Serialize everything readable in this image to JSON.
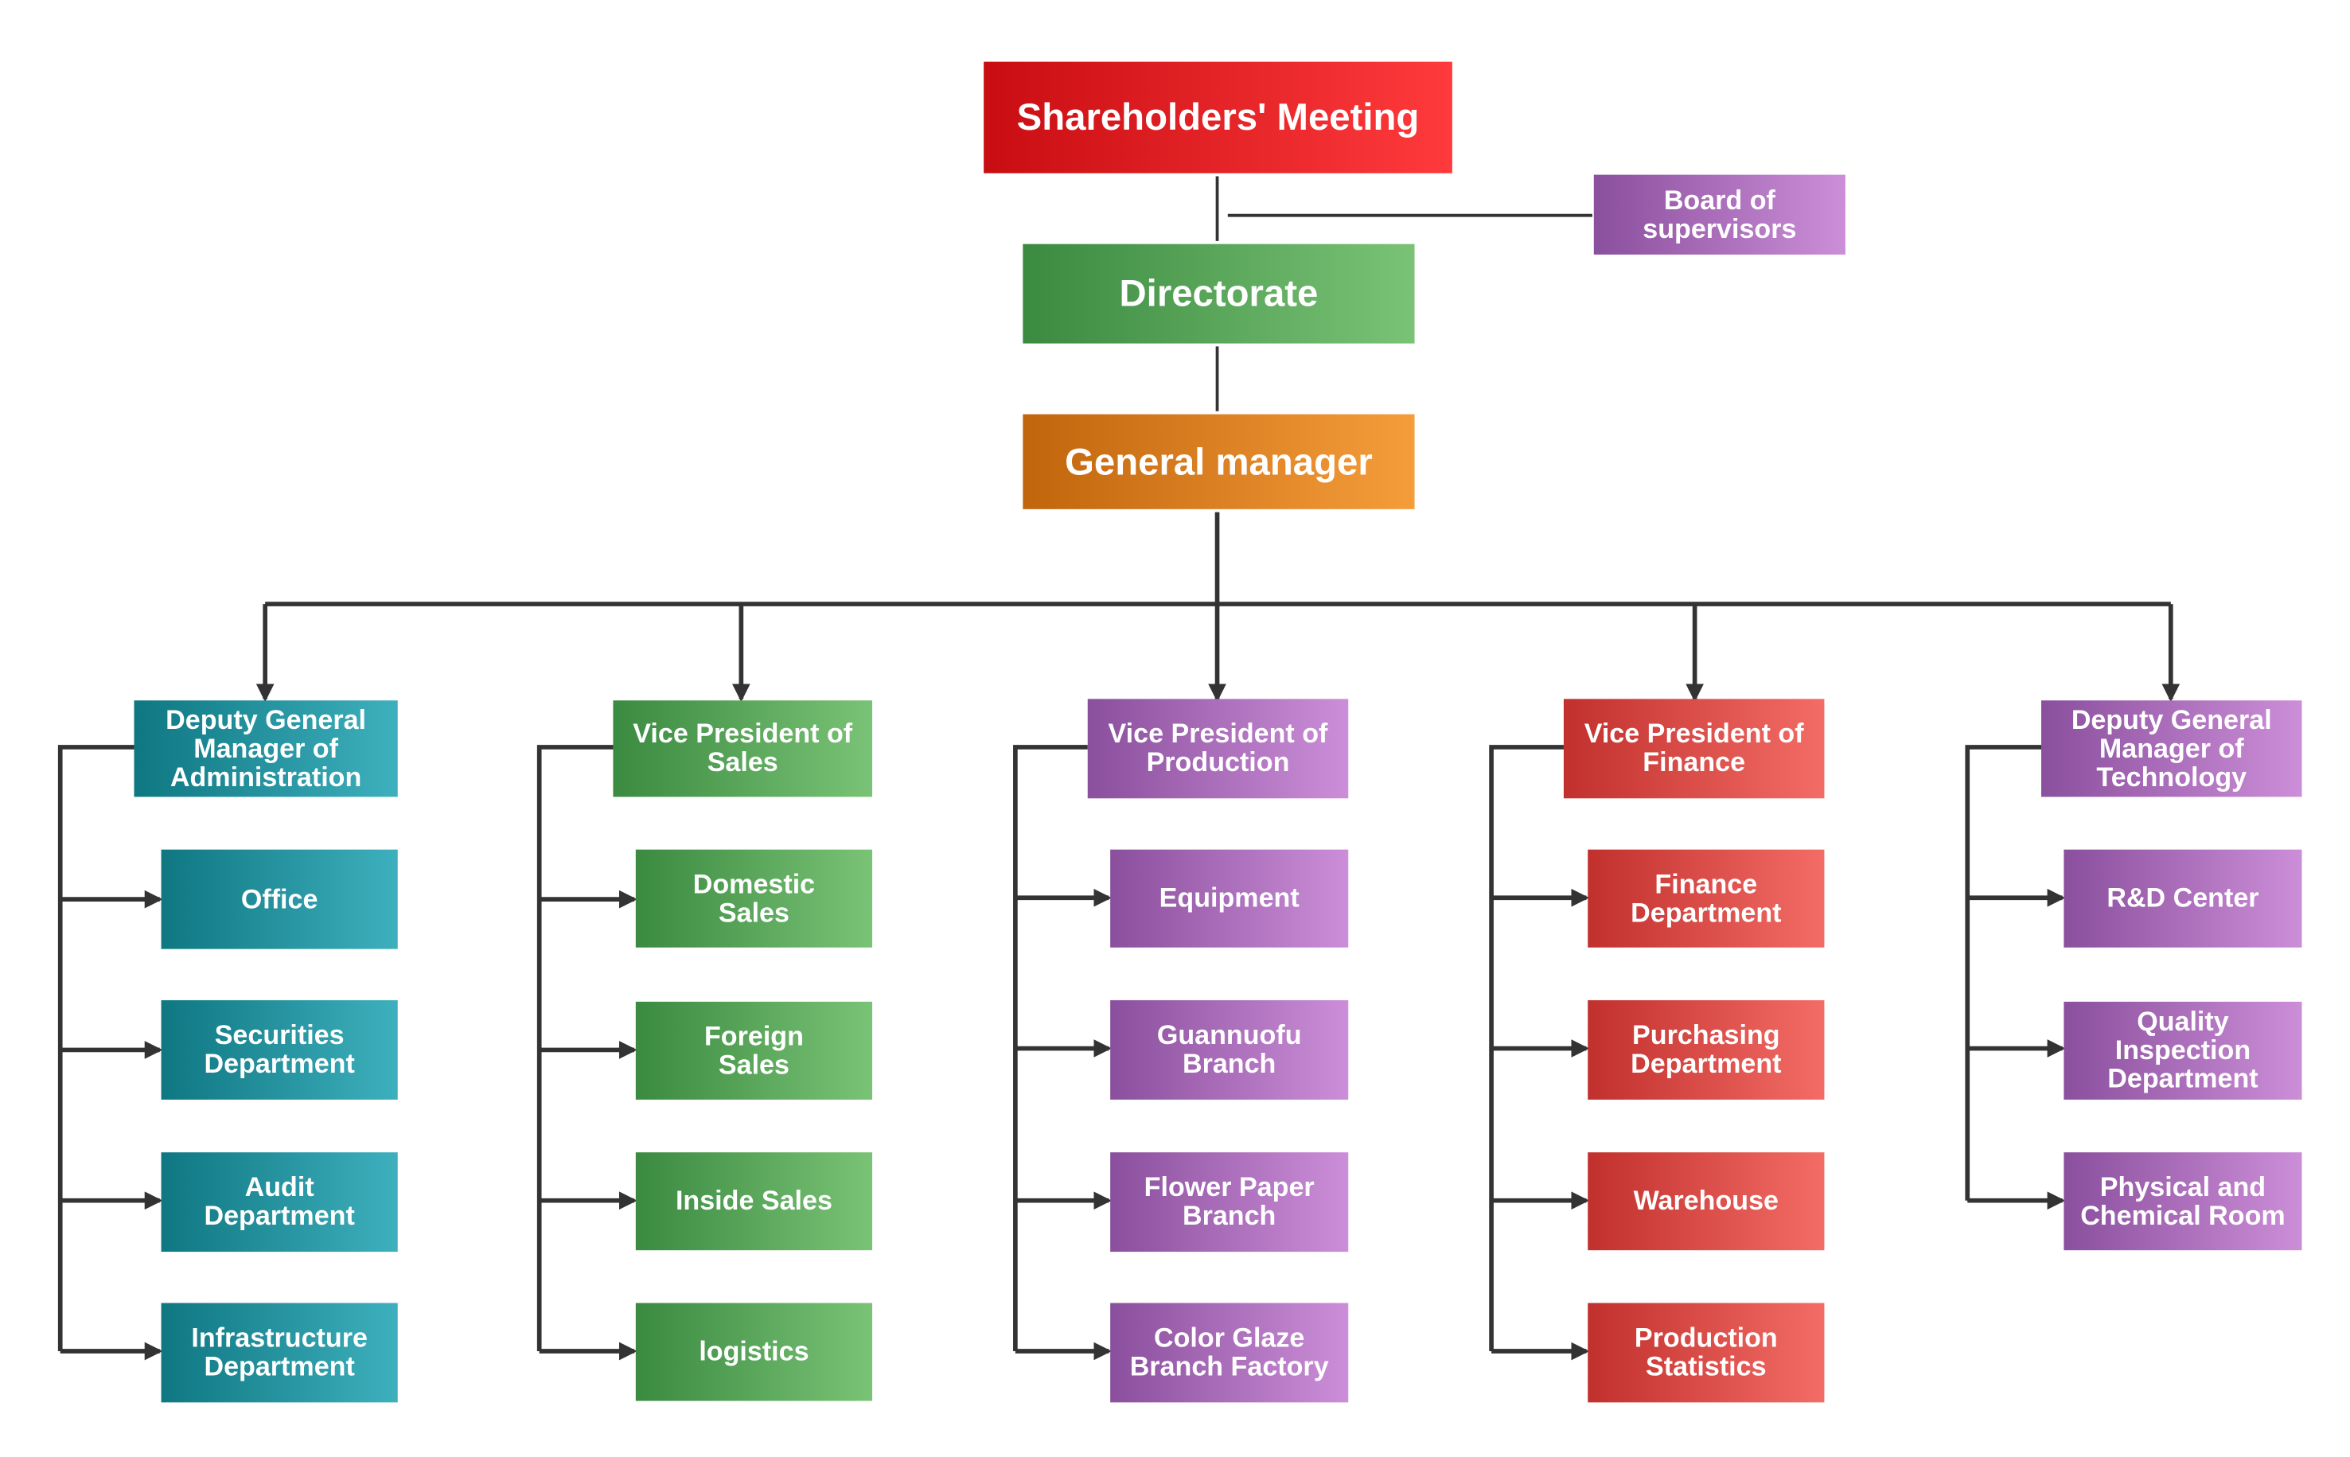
{
  "top": {
    "shareholders": "Shareholders' Meeting",
    "supervisors": "Board of supervisors",
    "directorate": "Directorate",
    "general_manager": "General manager"
  },
  "divisions": [
    {
      "head": "Deputy General Manager of Administration",
      "departments": [
        "Office",
        "Securities Department",
        "Audit Department",
        "Infrastructure Department"
      ]
    },
    {
      "head": "Vice President of Sales",
      "departments": [
        "Domestic Sales",
        "Foreign Sales",
        "Inside Sales",
        "logistics"
      ]
    },
    {
      "head": "Vice President of Production",
      "departments": [
        "Equipment",
        "Guannuofu Branch",
        "Flower Paper Branch",
        "Color Glaze Branch Factory"
      ]
    },
    {
      "head": "Vice President of Finance",
      "departments": [
        "Finance Department",
        "Purchasing Department",
        "Warehouse",
        "Production Statistics"
      ]
    },
    {
      "head": "Deputy General Manager of Technology",
      "departments": [
        "R&D Center",
        "Quality Inspection Department",
        "Physical and Chemical Room"
      ]
    }
  ],
  "colors": {
    "connector": "#333333",
    "shareholders": "#e0191f",
    "directorate": "#57a85a",
    "general_manager": "#e07f22",
    "supervisors": "#a66cb8",
    "administration": "#1e919d",
    "sales": "#57a85a",
    "production": "#a66cb8",
    "finance": "#e04843",
    "technology": "#a66cb8"
  }
}
